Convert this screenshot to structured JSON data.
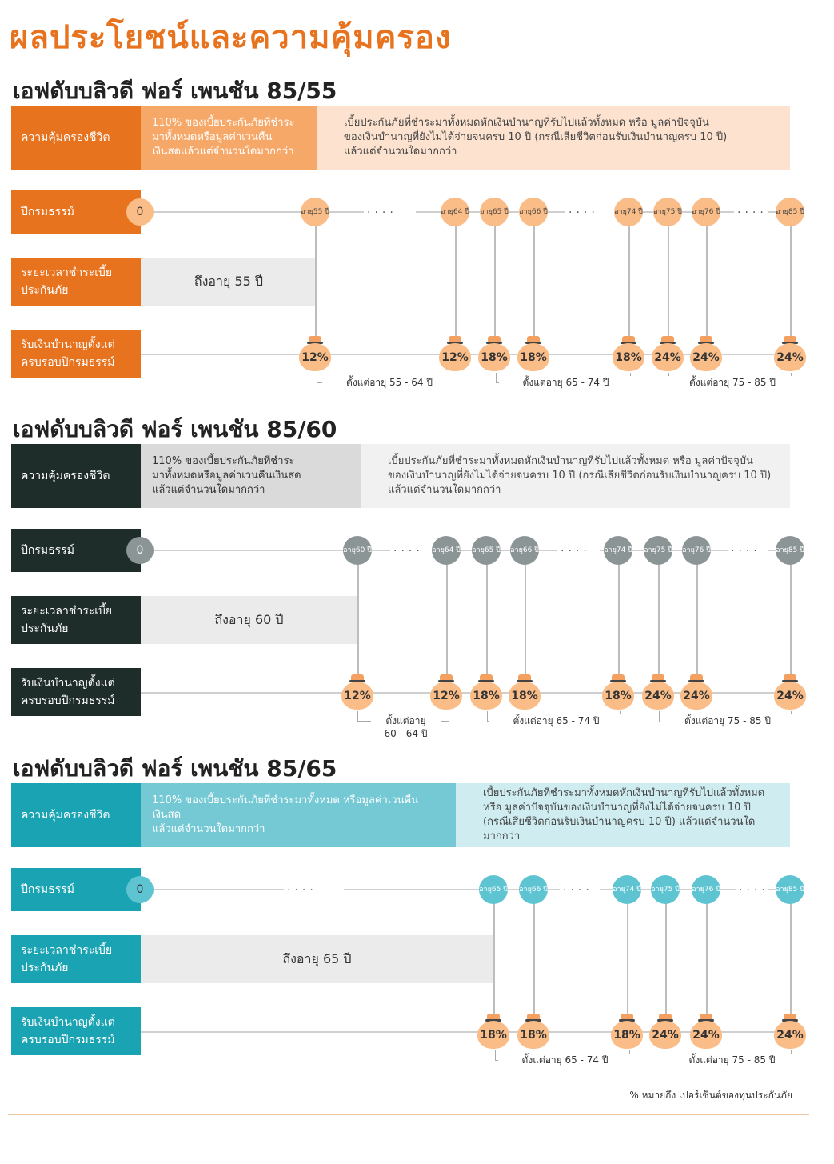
{
  "title": "ผลประโยชน์และความคุ้มครอง",
  "labels": {
    "coverage": "ความคุ้มครองชีวิต",
    "policy_year": "ปีกรมธรรม์",
    "premium_period": "ระยะเวลาชำระเบี้ย\nประกันภัย",
    "annuity": "รับเงินบำนาญตั้งแต่\nครบรอบปีกรมธรรม์",
    "age_prefix": "อายุ"
  },
  "zero": "0",
  "plans": [
    {
      "name": "เอฟดับบลิวดี ฟอร์ เพนชัน 85/55",
      "accent": "#e8731f",
      "coverage_a": "110% ของเบี้ยประกันภัยที่ชำระ\nมาทั้งหมดหรือมูลค่าเวนคืน\nเงินสดแล้วแต่จำนวนใดมากกว่า",
      "coverage_b": "เบี้ยประกันภัยที่ชำระมาทั้งหมดหักเงินบำนาญที่รับไปแล้วทั้งหมด หรือ มูลค่าปัจจุบัน\nของเงินบำนาญที่ยังไม่ได้จ่ายจนครบ 10 ปี (กรณีเสียชีวิตก่อนรับเงินบำนาญครบ 10 ปี)\nแล้วแต่จำนวนใดมากกว่า",
      "period": "ถึงอายุ 55 ปี",
      "ages": [
        "55 ปี",
        "64 ปี",
        "65 ปี",
        "66 ปี",
        "74 ปี",
        "75 ปี",
        "76 ปี",
        "85 ปี"
      ],
      "pcts": [
        "12%",
        "12%",
        "18%",
        "18%",
        "18%",
        "24%",
        "24%",
        "24%"
      ],
      "brackets": [
        "ตั้งแต่อายุ 55 - 64 ปี",
        "ตั้งแต่อายุ 65 - 74 ปี",
        "ตั้งแต่อายุ 75 - 85 ปี"
      ]
    },
    {
      "name": "เอฟดับบลิวดี ฟอร์ เพนชัน 85/60",
      "accent": "#1f2d2a",
      "coverage_a": "110% ของเบี้ยประกันภัยที่ชำระ\nมาทั้งหมดหรือมูลค่าเวนคืนเงินสด\nแล้วแต่จำนวนใดมากกว่า",
      "coverage_b": "เบี้ยประกันภัยที่ชำระมาทั้งหมดหักเงินบำนาญที่รับไปแล้วทั้งหมด หรือ มูลค่าปัจจุบัน\nของเงินบำนาญที่ยังไม่ได้จ่ายจนครบ 10 ปี (กรณีเสียชีวิตก่อนรับเงินบำนาญครบ 10 ปี)\nแล้วแต่จำนวนใดมากกว่า",
      "period": "ถึงอายุ 60 ปี",
      "ages": [
        "60 ปี",
        "64 ปี",
        "65 ปี",
        "66 ปี",
        "74 ปี",
        "75 ปี",
        "76 ปี",
        "85 ปี"
      ],
      "pcts": [
        "12%",
        "12%",
        "18%",
        "18%",
        "18%",
        "24%",
        "24%",
        "24%"
      ],
      "brackets": [
        "ตั้งแต่อายุ\n60 - 64 ปี",
        "ตั้งแต่อายุ 65 - 74 ปี",
        "ตั้งแต่อายุ 75 - 85 ปี"
      ]
    },
    {
      "name": "เอฟดับบลิวดี ฟอร์ เพนชัน 85/65",
      "accent": "#1aa3b3",
      "coverage_a": "110% ของเบี้ยประกันภัยที่ชำระมาทั้งหมด หรือมูลค่าเวนคืนเงินสด\nแล้วแต่จำนวนใดมากกว่า",
      "coverage_b": "เบี้ยประกันภัยที่ชำระมาทั้งหมดหักเงินบำนาญที่รับไปแล้วทั้งหมด\nหรือ มูลค่าปัจจุบันของเงินบำนาญที่ยังไม่ได้จ่ายจนครบ 10 ปี\n(กรณีเสียชีวิตก่อนรับเงินบำนาญครบ 10 ปี) แล้วแต่จำนวนใดมากกว่า",
      "period": "ถึงอายุ 65 ปี",
      "ages": [
        "65 ปี",
        "66 ปี",
        "74 ปี",
        "75 ปี",
        "76 ปี",
        "85 ปี"
      ],
      "pcts": [
        "18%",
        "18%",
        "18%",
        "24%",
        "24%",
        "24%"
      ],
      "brackets": [
        "ตั้งแต่อายุ 65 - 74 ปี",
        "ตั้งแต่อายุ 75 - 85 ปี"
      ]
    }
  ],
  "dots": "....",
  "footnote": "% หมายถึง เปอร์เซ็นต์ของทุนประกันภัย"
}
